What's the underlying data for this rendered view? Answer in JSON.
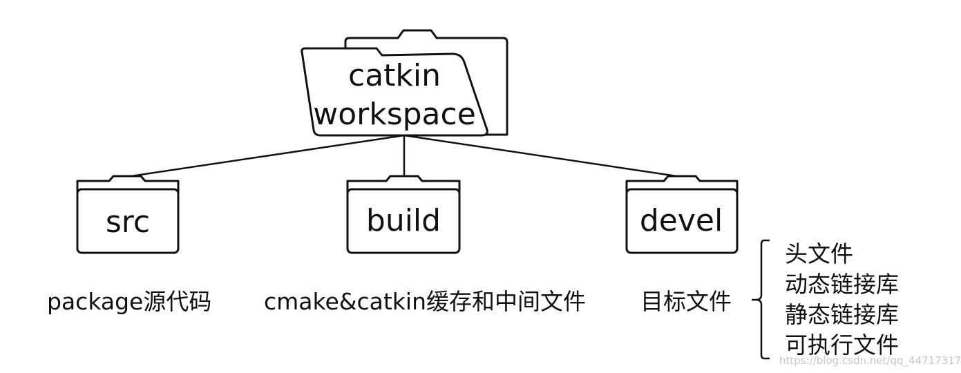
{
  "root": {
    "line1": "catkin",
    "line2": "workspace"
  },
  "folders": [
    {
      "id": "src",
      "name": "src",
      "description": "package源代码"
    },
    {
      "id": "build",
      "name": "build",
      "description": "cmake&catkin缓存和中间文件"
    },
    {
      "id": "devel",
      "name": "devel",
      "description": "目标文件"
    }
  ],
  "devel_contents": [
    "头文件",
    "动态链接库",
    "静态链接库",
    "可执行文件"
  ],
  "watermark": "https://blog.csdn.net/qq_44717317"
}
